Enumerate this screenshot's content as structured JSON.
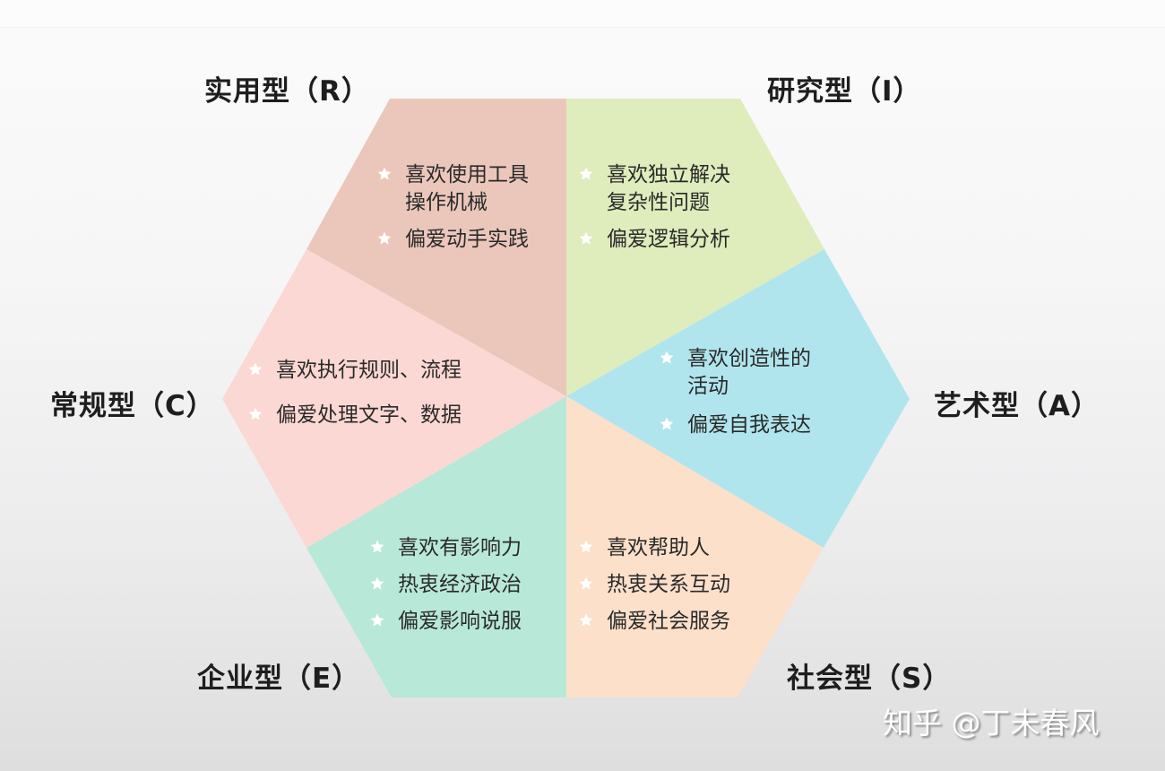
{
  "diagram": {
    "title_types": {
      "R": "实用型（R）",
      "I": "研究型（I）",
      "A": "艺术型（A）",
      "S": "社会型（S）",
      "E": "企业型（E）",
      "C": "常规型（C）"
    },
    "sectors": {
      "R": {
        "color": "#ebc7bb",
        "items": [
          "喜欢使用工具\n操作机械",
          "偏爱动手实践"
        ]
      },
      "I": {
        "color": "#dfecbc",
        "items": [
          "喜欢独立解决\n复杂性问题",
          "偏爱逻辑分析"
        ]
      },
      "A": {
        "color": "#b1e5ee",
        "items": [
          "喜欢创造性的\n活动",
          "偏爱自我表达"
        ]
      },
      "S": {
        "color": "#fce0ca",
        "items": [
          "喜欢帮助人",
          "热衷关系互动",
          "偏爱社会服务"
        ]
      },
      "E": {
        "color": "#b8e8d8",
        "items": [
          "喜欢有影响力",
          "热衷经济政治",
          "偏爱影响说服"
        ]
      },
      "C": {
        "color": "#fbd8d3",
        "items": [
          "喜欢执行规则、流程",
          "偏爱处理文字、数据"
        ]
      }
    },
    "bullet_icon": "star-icon"
  },
  "labels": {
    "R_1a": "喜欢使用工具",
    "R_1b": "操作机械",
    "R_2": "偏爱动手实践",
    "I_1a": "喜欢独立解决",
    "I_1b": "复杂性问题",
    "I_2": "偏爱逻辑分析",
    "A_1a": "喜欢创造性的",
    "A_1b": "活动",
    "A_2": "偏爱自我表达",
    "S_1": "喜欢帮助人",
    "S_2": "热衷关系互动",
    "S_3": "偏爱社会服务",
    "E_1": "喜欢有影响力",
    "E_2": "热衷经济政治",
    "E_3": "偏爱影响说服",
    "C_1": "喜欢执行规则、流程",
    "C_2": "偏爱处理文字、数据"
  },
  "watermark": "知乎 @丁未春风"
}
